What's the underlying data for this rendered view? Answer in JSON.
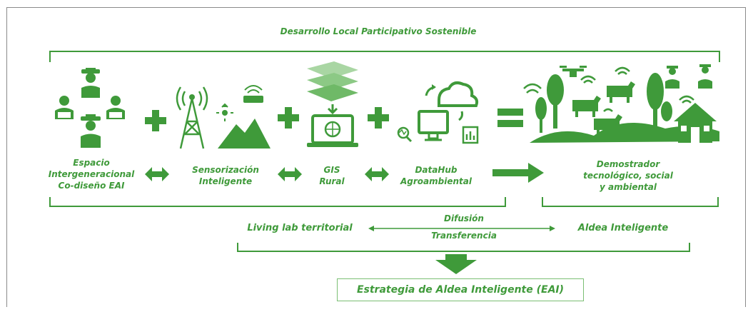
{
  "title": "Desarrollo Local Participativo Sostenible",
  "components": [
    {
      "label": "Espacio\nIntergeneracional\nCo-diseño EAI"
    },
    {
      "label": "Sensorización\nInteligente"
    },
    {
      "label": "GIS\nRural"
    },
    {
      "label": "DataHub\nAgroambiental"
    }
  ],
  "result": {
    "label": "Demostrador\ntecnológico, social\ny ambiental"
  },
  "flow": {
    "left": "Living lab territorial",
    "right": "Aldea Inteligente",
    "top": "Difusión",
    "bottom": "Transferencia"
  },
  "strategy": "Estrategia de Aldea Inteligente (EAI)",
  "colors": {
    "primary": "#3f9a3a",
    "light": "#7bbf74"
  },
  "icons": [
    "farmers-icon",
    "antenna-tower-icon",
    "map-layers-icon",
    "cloud-data-icon",
    "smart-village-icon"
  ]
}
